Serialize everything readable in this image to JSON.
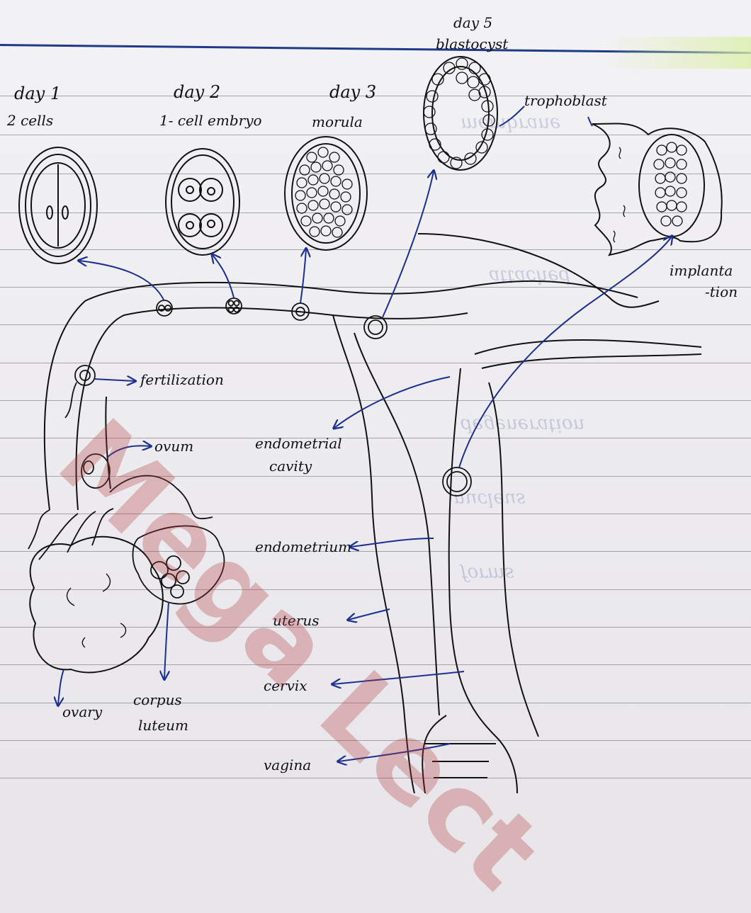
{
  "labels": {
    "day1_title": "day 1",
    "day1_sub": "2 cells",
    "day2_title": "day 2",
    "day2_sub": "1- cell embryo",
    "day3_title": "day 3",
    "day3_sub": "morula",
    "day5_title": "day 5",
    "day5_sub": "blastocyst",
    "trophoblast": "trophoblast",
    "implantation_a": "implanta",
    "implantation_b": "-tion",
    "fertilization": "fertilization",
    "ovum": "ovum",
    "endometrial_cavity_a": "endometrial",
    "endometrial_cavity_b": "cavity",
    "endometrium": "endometrium",
    "uterus": "uterus",
    "cervix": "cervix",
    "vagina": "vagina",
    "ovary": "ovary",
    "corpus_luteum_a": "corpus",
    "corpus_luteum_b": "luteum"
  },
  "watermark": "Mega Lect",
  "colors": {
    "ink": "#101018",
    "pen_blue": "#1d2f8f",
    "watermark": "#b23a3a"
  }
}
